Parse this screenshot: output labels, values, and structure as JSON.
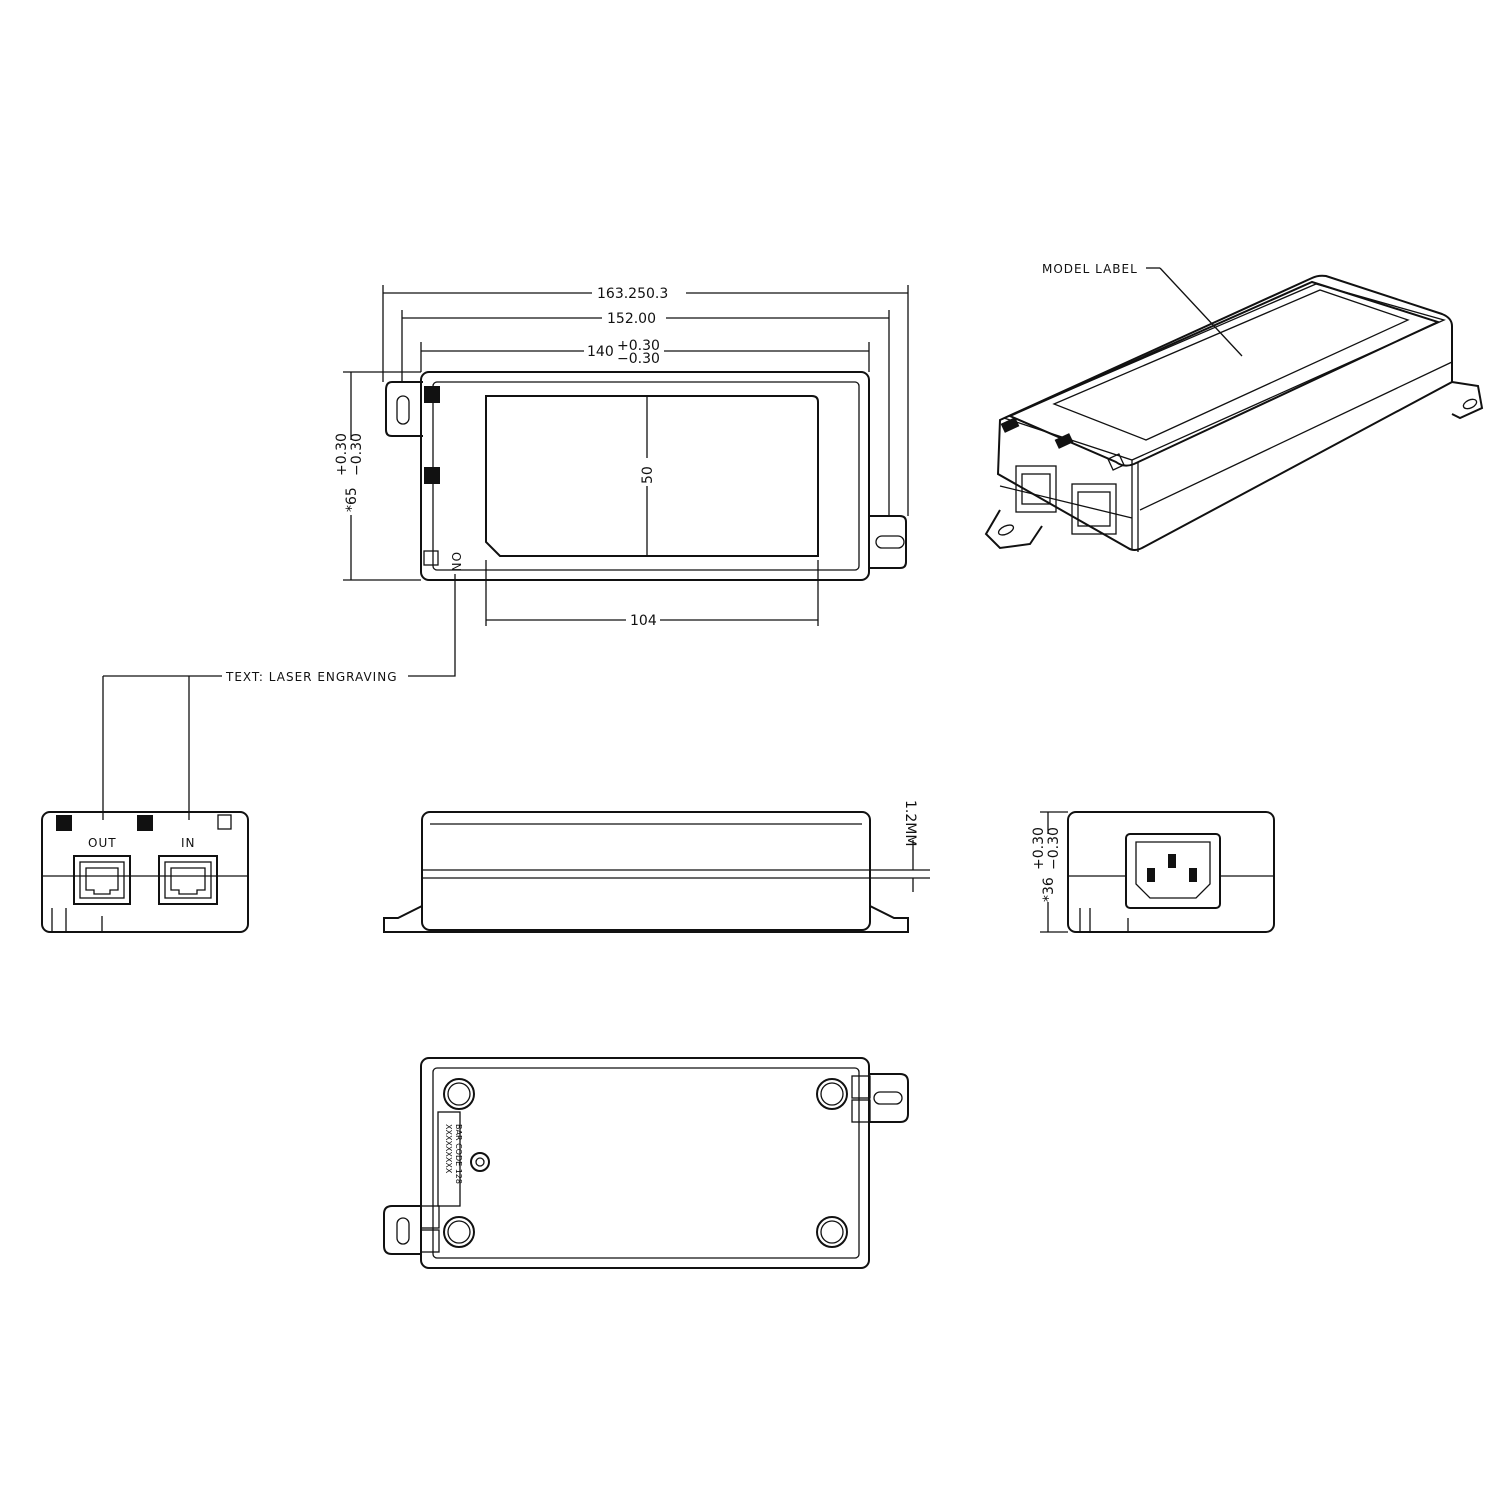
{
  "dimensions": {
    "overall_length": "163.250.3",
    "mount_pitch": "152.00",
    "body_length": "140",
    "body_length_tol_plus": "+0.30",
    "body_length_tol_minus": "−0.30",
    "label_height": "50",
    "label_width": "104",
    "body_width": "*65",
    "body_width_tol_plus": "+0.30",
    "body_width_tol_minus": "−0.30",
    "side_clearance": "1.2MM",
    "body_height": "*36",
    "body_height_tol_plus": "+0.30",
    "body_height_tol_minus": "−0.30"
  },
  "callouts": {
    "model_label": "MODEL LABEL",
    "laser_text": "TEXT: LASER ENGRAVING"
  },
  "ports": {
    "out": "OUT",
    "in": "IN",
    "led": "ON"
  },
  "bottom_label": {
    "line1": "BAR CODE 128",
    "line2": "XXXXXXXXX"
  },
  "icons": {
    "rj45": "rj45-port-icon",
    "iec_inlet": "iec-c14-inlet-icon"
  }
}
